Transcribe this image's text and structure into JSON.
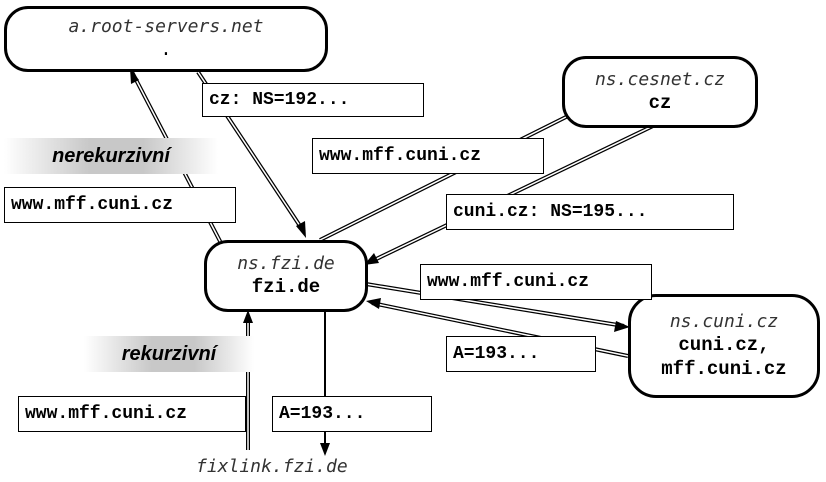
{
  "servers": {
    "root": {
      "host": "a.root-servers.net",
      "zone": "."
    },
    "cesnet": {
      "host": "ns.cesnet.cz",
      "zone": "cz"
    },
    "fzi": {
      "host": "ns.fzi.de",
      "zone": "fzi.de"
    },
    "cuni": {
      "host": "ns.cuni.cz",
      "zone_line1": "cuni.cz,",
      "zone_line2": "mff.cuni.cz"
    }
  },
  "messages": {
    "cz_ns": "cz: NS=192...",
    "query_cesnet": "www.mff.cuni.cz",
    "query_root": "www.mff.cuni.cz",
    "cuni_ns": "cuni.cz: NS=195...",
    "query_cuni": "www.mff.cuni.cz",
    "answer_cuni": "A=193...",
    "query_client": "www.mff.cuni.cz",
    "answer_client": "A=193..."
  },
  "labels": {
    "nonrecursive": "nerekurzivní",
    "recursive": "rekurzivní"
  },
  "client": {
    "host": "fixlink.fzi.de"
  },
  "colors": {
    "line": "#000000",
    "shade": "#c8c8c8"
  }
}
